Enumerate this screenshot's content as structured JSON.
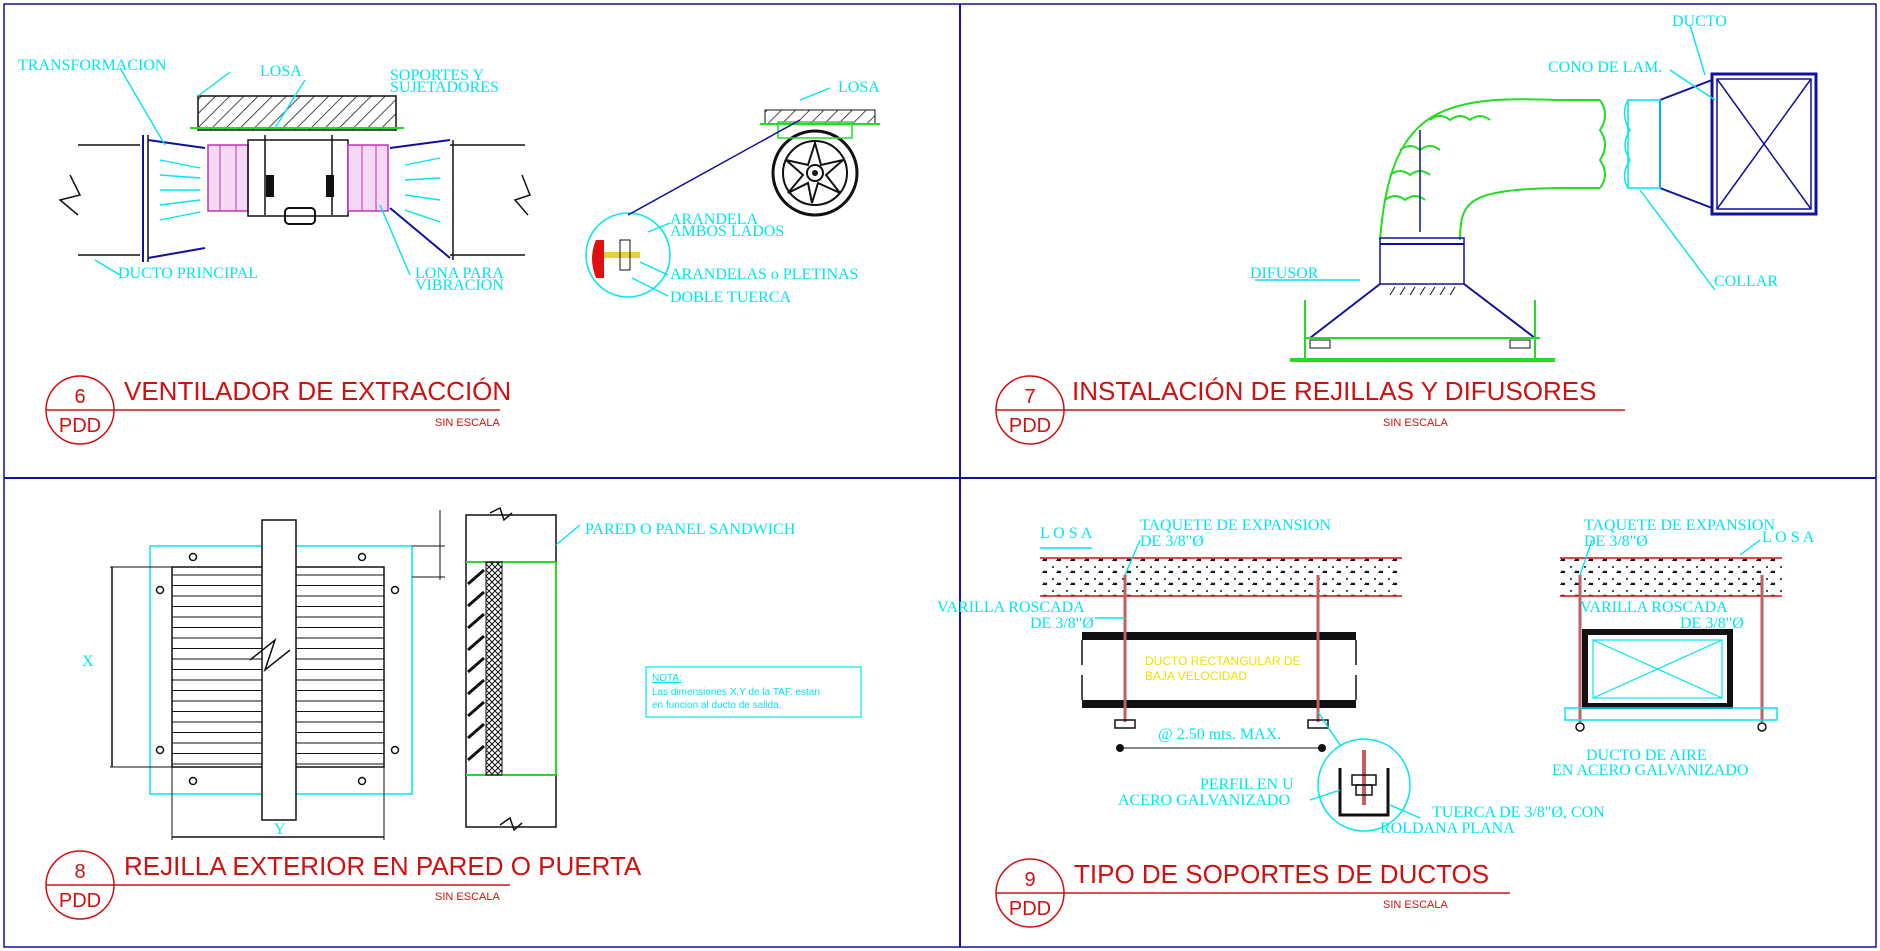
{
  "panels": [
    {
      "number": "6",
      "code": "PDD",
      "title": "VENTILADOR DE EXTRACCIÓN",
      "scale": "SIN ESCALA",
      "labels": {
        "transformacion": "TRANSFORMACION",
        "losa_left": "LOSA",
        "soportes_1": "SOPORTES Y",
        "soportes_2": "SUJETADORES",
        "ducto_principal": "DUCTO PRINCIPAL",
        "lona_1": "LONA PARA",
        "lona_2": "VIBRACION",
        "losa_right": "LOSA",
        "arandela_1": "ARANDELA",
        "arandela_2": "AMBOS LADOS",
        "arandelas_pletinas": "ARANDELAS o PLETINAS",
        "doble_tuerca": "DOBLE TUERCA"
      }
    },
    {
      "number": "7",
      "code": "PDD",
      "title": "INSTALACIÓN DE REJILLAS Y DIFUSORES",
      "scale": "SIN ESCALA",
      "labels": {
        "ducto": "DUCTO",
        "cono": "CONO DE LAM.",
        "difusor": "DIFUSOR",
        "collar": "COLLAR"
      }
    },
    {
      "number": "8",
      "code": "PDD",
      "title": "REJILLA EXTERIOR EN PARED O PUERTA",
      "scale": "SIN ESCALA",
      "labels": {
        "pared": "PARED O PANEL SANDWICH",
        "x": "X",
        "y": "Y",
        "nota_title": "NOTA:",
        "nota_1": "Las dimensiones X,Y de la TAF. estan",
        "nota_2": "en funcion al ducto de salida."
      }
    },
    {
      "number": "9",
      "code": "PDD",
      "title": "TIPO DE SOPORTES DE DUCTOS",
      "scale": "SIN ESCALA",
      "labels": {
        "losa_left": "L O S A",
        "taquete_1": "TAQUETE DE EXPANSION",
        "taquete_2": "DE 3/8\"Ø",
        "varilla_1": "VARILLA ROSCADA",
        "varilla_2": "DE 3/8\"Ø",
        "ducto_rect_1": "DUCTO RECTANGULAR DE",
        "ducto_rect_2": "BAJA VELOCIDAD",
        "spacing": "@ 2.50 mts. MAX.",
        "perfil_1": "PERFIL EN U",
        "perfil_2": "ACERO GALVANIZADO",
        "tuerca_1": "TUERCA DE 3/8\"Ø, CON",
        "tuerca_2": "ROLDANA PLANA",
        "taquete_r1": "TAQUETE DE EXPANSION",
        "taquete_r2": "DE 3/8\"Ø",
        "losa_right": "L O S A",
        "varilla_r1": "VARILLA ROSCADA",
        "varilla_r2": "DE 3/8\"Ø",
        "ducto_aire_1": "DUCTO DE AIRE",
        "ducto_aire_2": "EN ACERO GALVANIZADO"
      }
    }
  ]
}
